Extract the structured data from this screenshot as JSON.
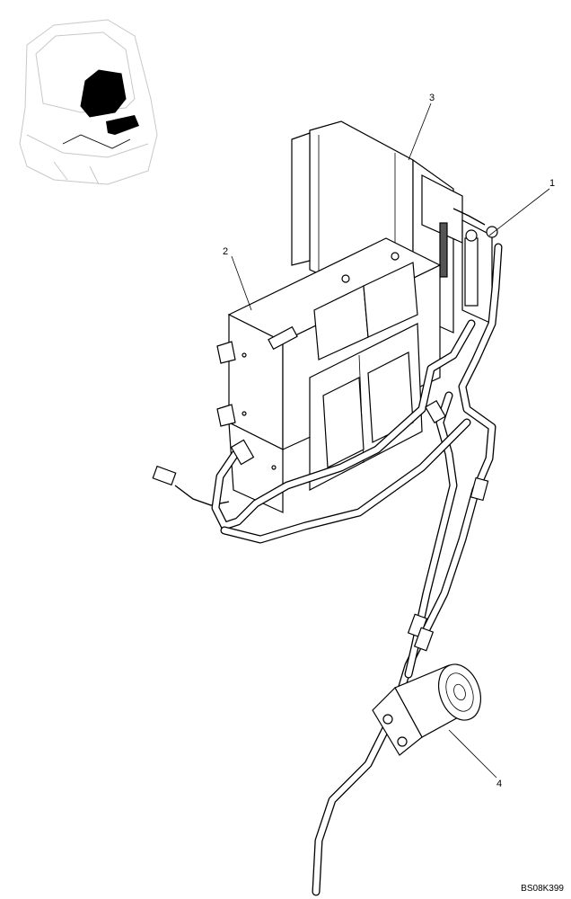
{
  "callouts": [
    {
      "label": "1"
    },
    {
      "label": "2"
    },
    {
      "label": "3"
    },
    {
      "label": "4"
    }
  ],
  "reference_code": "BS08K399",
  "colors": {
    "line": "#000000",
    "ghost": "#c8c8c8",
    "fill_dark": "#555555",
    "background": "#ffffff"
  }
}
